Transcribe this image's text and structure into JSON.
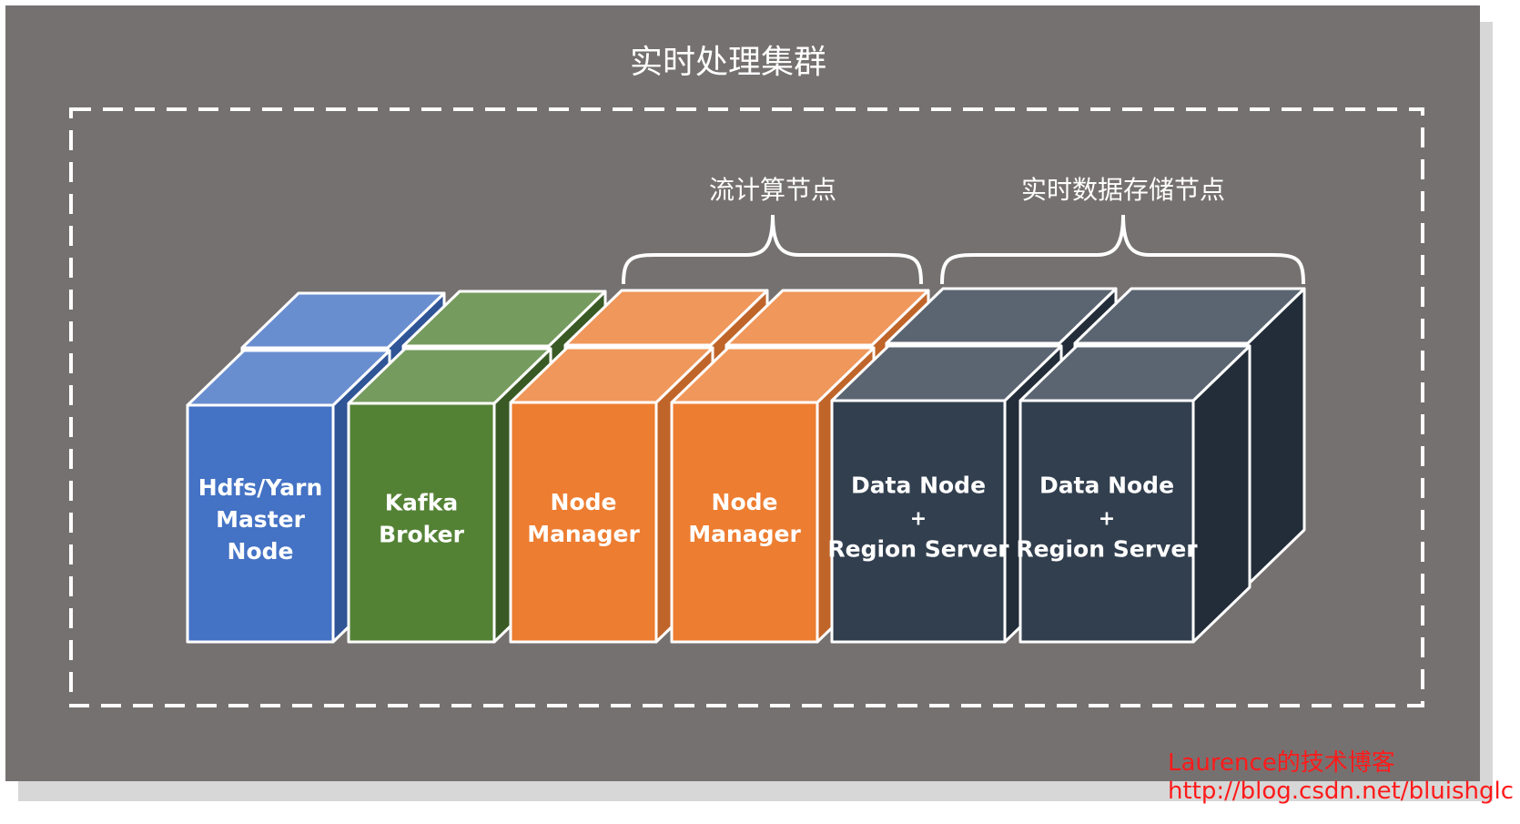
{
  "title": "实时处理集群",
  "groups": {
    "stream": {
      "label": "流计算节点"
    },
    "storage": {
      "label": "实时数据存储节点"
    }
  },
  "nodes": [
    {
      "lines": [
        "Hdfs/Yarn",
        "Master",
        "Node"
      ],
      "color": "blue"
    },
    {
      "lines": [
        "Kafka",
        "Broker"
      ],
      "color": "green"
    },
    {
      "lines": [
        "Node",
        "Manager"
      ],
      "color": "orange"
    },
    {
      "lines": [
        "Node",
        "Manager"
      ],
      "color": "orange"
    },
    {
      "lines": [
        "Data Node",
        "+",
        "Region Server"
      ],
      "color": "navy"
    },
    {
      "lines": [
        "Data Node",
        "+",
        "Region Server"
      ],
      "color": "navy"
    }
  ],
  "watermark": {
    "line1": "Laurence的技术博客",
    "line2": "http://blog.csdn.net/bluishglc"
  },
  "colors": {
    "background": "#767171",
    "blue": {
      "front": "#4472C4",
      "top": "#698ED0",
      "side": "#2F5597"
    },
    "green": {
      "front": "#548235",
      "top": "#769B5E",
      "side": "#3A5A25"
    },
    "orange": {
      "front": "#ED7D31",
      "top": "#F0975B",
      "side": "#C0652A"
    },
    "navy": {
      "front": "#323F4F",
      "top": "#5B6572",
      "side": "#232D39"
    },
    "watermark": "#FF1A1A"
  }
}
